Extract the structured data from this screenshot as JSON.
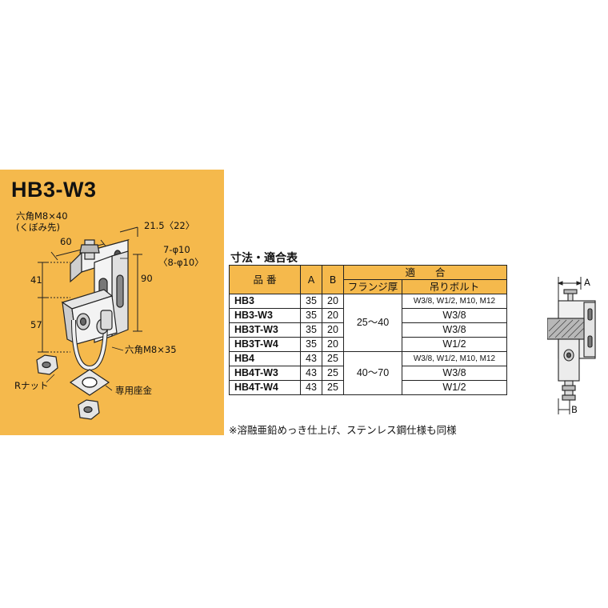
{
  "title": "HB3-W3",
  "drawing": {
    "labels": {
      "bolt_line1": "六角M8×40",
      "bolt_line2": "(くぼみ先)",
      "dim_60": "60",
      "dim_215": "21.5〈22〉",
      "hole_line1": "7-φ10",
      "hole_line2": "〈8-φ10〉",
      "dim_90": "90",
      "dim_41": "41",
      "dim_57": "57",
      "bolt_lower": "六角M8×35",
      "r_nut": "Rナット",
      "washer": "専用座金"
    }
  },
  "table": {
    "title": "寸法・適合表",
    "header": {
      "part": "品 番",
      "a": "A",
      "b": "B",
      "fit": "適　　合",
      "flange": "フランジ厚",
      "bolt": "吊りボルト"
    },
    "rows": [
      {
        "part": "HB3",
        "a": "35",
        "b": "20",
        "bolt": "W3/8, W1/2, M10, M12"
      },
      {
        "part": "HB3-W3",
        "a": "35",
        "b": "20",
        "bolt": "W3/8"
      },
      {
        "part": "HB3T-W3",
        "a": "35",
        "b": "20",
        "bolt": "W3/8"
      },
      {
        "part": "HB3T-W4",
        "a": "35",
        "b": "20",
        "bolt": "W1/2"
      },
      {
        "part": "HB4",
        "a": "43",
        "b": "25",
        "bolt": "W3/8, W1/2, M10, M12"
      },
      {
        "part": "HB4T-W3",
        "a": "43",
        "b": "25",
        "bolt": "W3/8"
      },
      {
        "part": "HB4T-W4",
        "a": "43",
        "b": "25",
        "bolt": "W1/2"
      }
    ],
    "flange_groups": [
      "25〜40",
      "40〜70"
    ],
    "note": "※溶融亜鉛めっき仕上げ、ステンレス鋼仕様も同様"
  },
  "side_view": {
    "label_a": "A",
    "label_b": "B"
  },
  "colors": {
    "panel": "#f5b94c",
    "header": "#f5b94c"
  }
}
